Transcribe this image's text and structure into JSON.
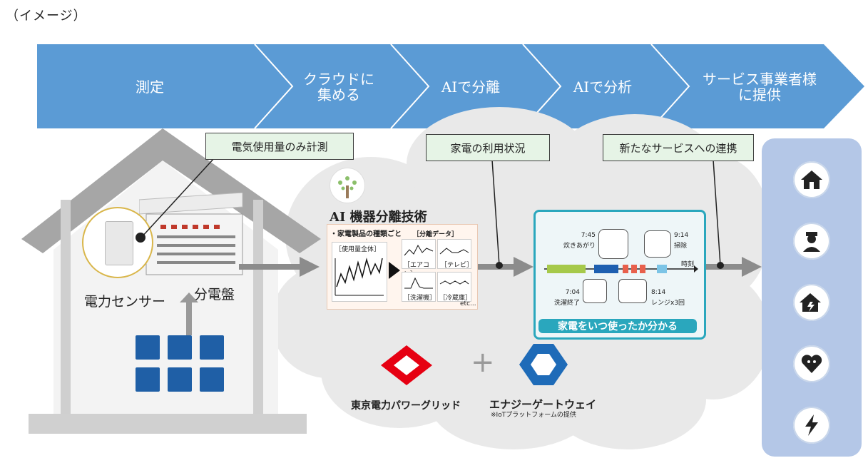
{
  "caption": "（イメージ）",
  "flow_steps": [
    {
      "label": "測定"
    },
    {
      "label": "クラウドに\n集める"
    },
    {
      "label": "AIで分離"
    },
    {
      "label": "AIで分析"
    },
    {
      "label": "サービス事業者様\nに提供"
    }
  ],
  "callouts": {
    "measure": "電気使用量のみ計測",
    "usage": "家電の利用状況",
    "service": "新たなサービスへの連携"
  },
  "house": {
    "sensor_label": "電力センサー",
    "panel_label": "分電盤"
  },
  "ai": {
    "title": "AI 機器分離技術",
    "panel_heading": "・家電製品の種類ごと",
    "separated_label": "［分離データ］",
    "total_label": "［使用量全体］",
    "mini_charts": [
      "［エアコン］",
      "［テレビ］",
      "［洗濯機］",
      "［冷蔵庫］"
    ],
    "etc": "etc..."
  },
  "timeline": {
    "axis_label": "時刻",
    "events": [
      {
        "time": "7:45",
        "text": "炊きあがり"
      },
      {
        "time": "9:14",
        "text": "掃除"
      },
      {
        "time": "7:04",
        "text": "洗濯終了"
      },
      {
        "time": "8:14",
        "text": "レンジx3回"
      }
    ],
    "footer": "家電をいつ使ったか分かる"
  },
  "logos": {
    "tepco": "東京電力パワーグリッド",
    "plus": "+",
    "egw": "エナジーゲートウェイ",
    "egw_note": "※IoTプラットフォームの提供"
  },
  "service_icons": [
    "house-icon",
    "security-guard-icon",
    "disaster-house-icon",
    "family-care-icon",
    "lightning-icon"
  ],
  "colors": {
    "flow_blue": "#5b9bd5",
    "callout_green": "#e6f4e6",
    "accent_teal": "#2aa7bd",
    "tepco_red": "#e60012",
    "egw_blue": "#1e6bb8",
    "service_panel": "#b4c7e7"
  }
}
